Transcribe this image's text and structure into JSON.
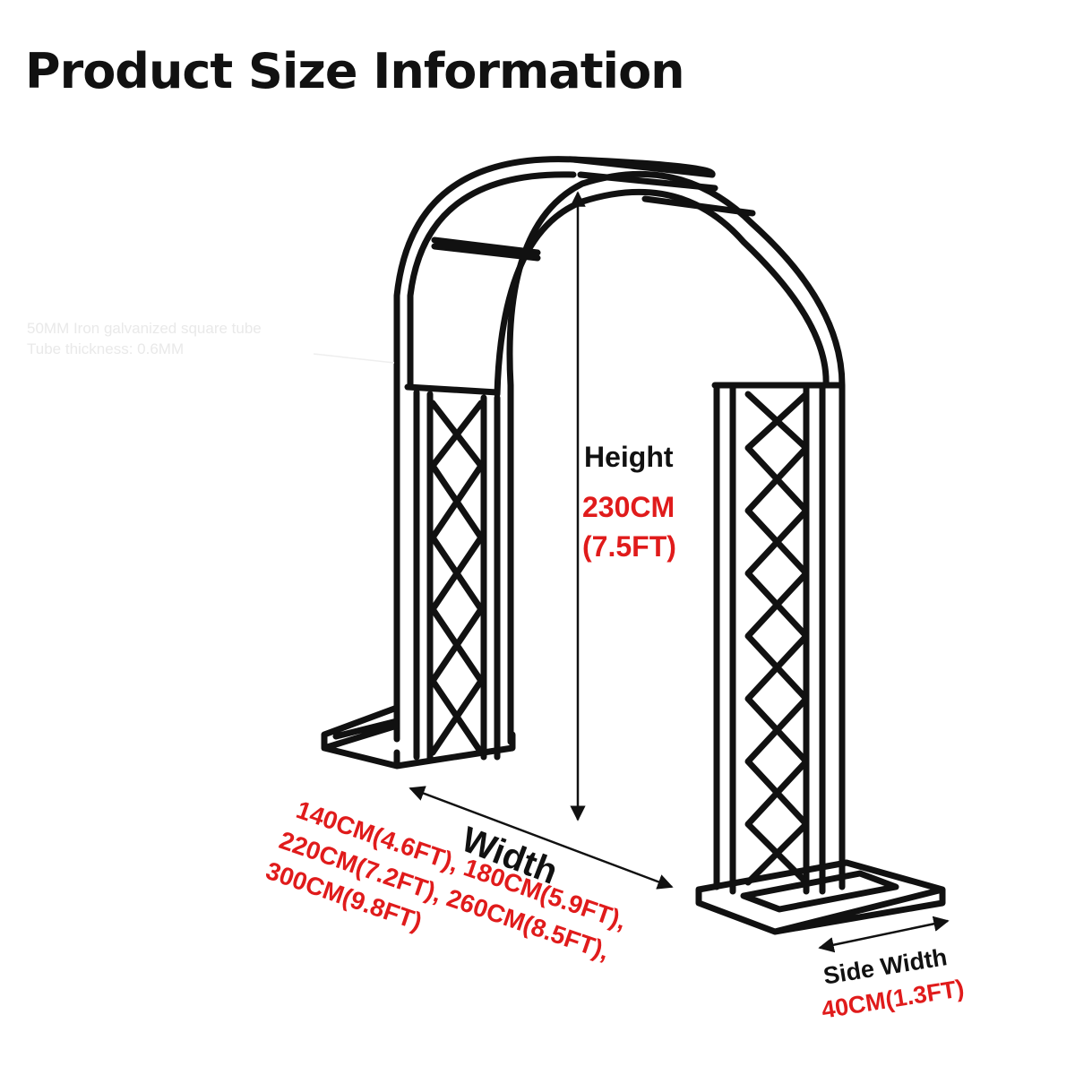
{
  "title": "Product Size Information",
  "colors": {
    "accent": "#e01b1b",
    "frame": "#111111"
  },
  "height": {
    "label": "Height",
    "value_cm": "230CM",
    "value_ft": "(7.5FT)"
  },
  "width": {
    "label": "Width",
    "options": [
      "140CM(4.6FT), 180CM(5.9FT),",
      "220CM(7.2FT), 260CM(8.5FT),",
      "300CM(9.8FT)"
    ]
  },
  "side_width": {
    "label": "Side Width",
    "value": "40CM(1.3FT)"
  },
  "faint_note": [
    "50MM Iron galvanized square tube",
    "Tube thickness: 0.6MM"
  ]
}
